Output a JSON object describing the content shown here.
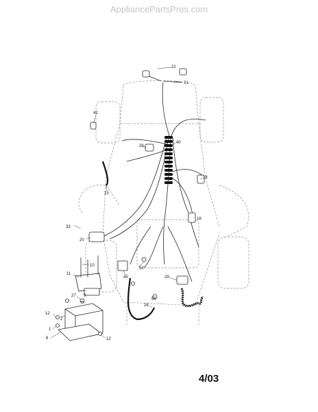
{
  "watermark": "AppliancePartsPros.com",
  "footer": {
    "date_code": "4/03"
  },
  "callouts": {
    "c22": "22",
    "c21": "21",
    "c42": "42",
    "c40": "40",
    "c26": "26",
    "c18": "18",
    "c23": "23",
    "c16": "16",
    "c33": "33",
    "c20": "20",
    "c10": "10",
    "c11": "11",
    "c9": "9",
    "c52": "52",
    "c45": "45",
    "c29": "29",
    "c27": "27",
    "c55": "55",
    "c28": "28",
    "c12a": "12",
    "c2": "2",
    "c1": "1",
    "c8": "8",
    "c12b": "12"
  }
}
